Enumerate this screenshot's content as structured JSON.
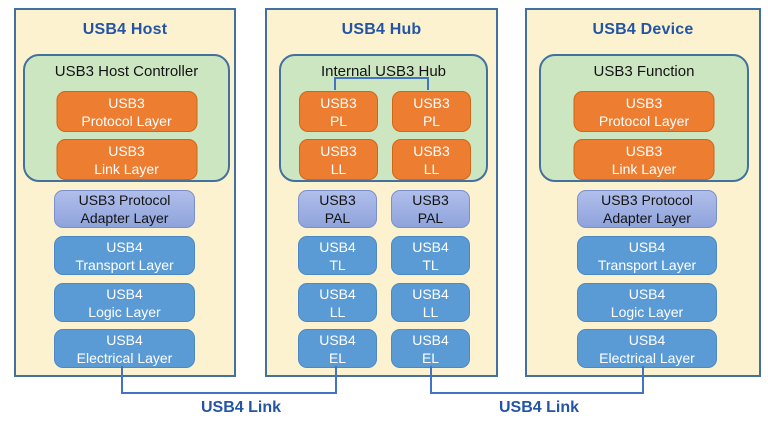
{
  "colors": {
    "canvas": "#ffffff",
    "column_fill": "#FCF2D0",
    "column_border": "#41719C",
    "green_fill": "#CDE6C2",
    "orange_fill": "#EC7D31",
    "lavender_fill": "#9FAFE2",
    "blue_fill": "#5B9BD5",
    "line": "#4472C4",
    "title_text": "#2355A4"
  },
  "columns": [
    {
      "title": "USB4 Host",
      "container": {
        "header": "USB3 Host Controller",
        "boxes": [
          {
            "line1": "USB3",
            "line2": "Protocol Layer"
          },
          {
            "line1": "USB3",
            "line2": "Link Layer"
          }
        ]
      },
      "stack": [
        {
          "line1": "USB3 Protocol",
          "line2": "Adapter Layer"
        },
        {
          "line1": "USB4",
          "line2": "Transport Layer"
        },
        {
          "line1": "USB4",
          "line2": "Logic Layer"
        },
        {
          "line1": "USB4",
          "line2": "Electrical Layer"
        }
      ]
    },
    {
      "title": "USB4 Hub",
      "container": {
        "header": "Internal USB3 Hub",
        "left_boxes": [
          {
            "line1": "USB3",
            "line2": "PL"
          },
          {
            "line1": "USB3",
            "line2": "LL"
          }
        ],
        "right_boxes": [
          {
            "line1": "USB3",
            "line2": "PL"
          },
          {
            "line1": "USB3",
            "line2": "LL"
          }
        ]
      },
      "left_stack": [
        {
          "line1": "USB3",
          "line2": "PAL"
        },
        {
          "line1": "USB4",
          "line2": "TL"
        },
        {
          "line1": "USB4",
          "line2": "LL"
        },
        {
          "line1": "USB4",
          "line2": "EL"
        }
      ],
      "right_stack": [
        {
          "line1": "USB3",
          "line2": "PAL"
        },
        {
          "line1": "USB4",
          "line2": "TL"
        },
        {
          "line1": "USB4",
          "line2": "LL"
        },
        {
          "line1": "USB4",
          "line2": "EL"
        }
      ]
    },
    {
      "title": "USB4 Device",
      "container": {
        "header": "USB3 Function",
        "boxes": [
          {
            "line1": "USB3",
            "line2": "Protocol Layer"
          },
          {
            "line1": "USB3",
            "line2": "Link Layer"
          }
        ]
      },
      "stack": [
        {
          "line1": "USB3 Protocol",
          "line2": "Adapter Layer"
        },
        {
          "line1": "USB4",
          "line2": "Transport Layer"
        },
        {
          "line1": "USB4",
          "line2": "Logic Layer"
        },
        {
          "line1": "USB4",
          "line2": "Electrical Layer"
        }
      ]
    }
  ],
  "links": [
    {
      "label": "USB4 Link"
    },
    {
      "label": "USB4 Link"
    }
  ]
}
